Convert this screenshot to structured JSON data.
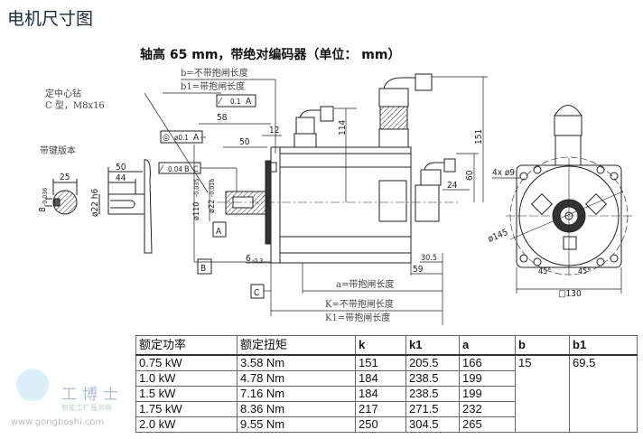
{
  "page": {
    "title": "电机尺寸图",
    "subtitle": "轴高 65 mm，带绝对编码器（单位： mm）"
  },
  "drawing": {
    "labels": {
      "b_no_brake": "b=不带抱闸长度",
      "b1_brake": "b1=带抱闸长度",
      "center_drill": "定中心钻",
      "center_drill_type": "C 型，M8x16",
      "keyed_version": "带键版本",
      "a_brake": "a=带抱闸长度",
      "k_no_brake": "K=不带抱闸长度",
      "k1_brake": "K1=带抱闸长度"
    },
    "dimensions": {
      "d58": "58",
      "d50_top": "50",
      "d12": "12",
      "d114": "114",
      "d151": "151",
      "d60": "60",
      "d24": "24",
      "d30_5": "30.5",
      "d59": "59",
      "d6": "6",
      "d6_tol": "-0.3",
      "d110": "ø110",
      "d110_tol": "-0.035",
      "d22": "ø22",
      "d22_tol": "-0.016",
      "key_50": "50",
      "key_44": "44",
      "key_d22h6": "ø22 h6",
      "key_25": "25",
      "key_8": "8",
      "key_8_tol": "-0.036",
      "holes": "4x ø9",
      "d145": "ø145",
      "angle1": "45°",
      "angle2": "45°",
      "square130": "□130"
    },
    "tolerances": {
      "runout_top": [
        "⁄",
        "0.1",
        "A"
      ],
      "concentric": [
        "◎",
        "ø0.1",
        "A"
      ],
      "runout_bc": [
        "⁄",
        "0.04",
        "B",
        "C"
      ]
    },
    "datums": {
      "A": "A",
      "B": "B",
      "C": "C"
    }
  },
  "table": {
    "headers": [
      "额定功率",
      "额定扭矩",
      "k",
      "k1",
      "a",
      "b",
      "b1"
    ],
    "rows": [
      [
        "0.75 kW",
        "3.58 Nm",
        "151",
        "205.5",
        "166"
      ],
      [
        "1.0 kW",
        "4.78 Nm",
        "184",
        "238.5",
        "199"
      ],
      [
        "1.5 kW",
        "7.16 Nm",
        "184",
        "238.5",
        "199"
      ],
      [
        "1.75 kW",
        "8.36 Nm",
        "217",
        "271.5",
        "232"
      ],
      [
        "2.0 kW",
        "9.55 Nm",
        "250",
        "304.5",
        "265"
      ]
    ],
    "b_value": "15",
    "b1_value": "69.5"
  },
  "watermark": {
    "brand": "工博士",
    "slogan": "智能工厂服务商",
    "url": "www.gongboshi.com"
  }
}
